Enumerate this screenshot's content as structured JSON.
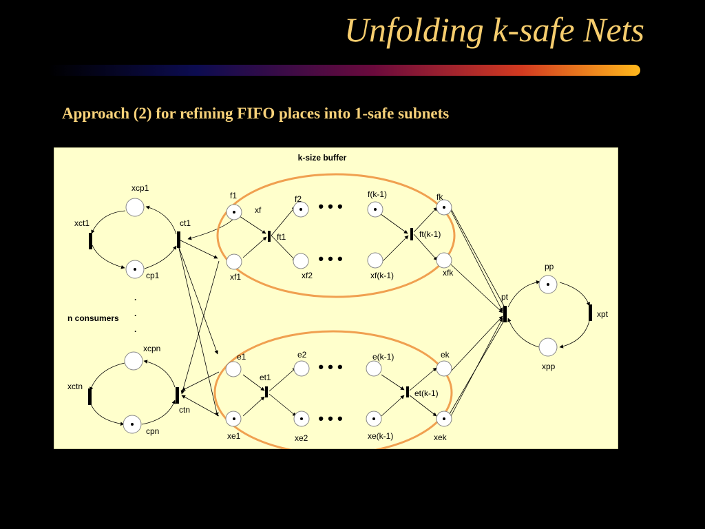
{
  "slide": {
    "title": "Unfolding k-safe Nets",
    "subtitle": "Approach (2) for refining FIFO places into 1-safe subnets"
  },
  "diagram": {
    "buffer_label": "k-size buffer",
    "consumers_label": "n consumers",
    "ellipsis": "• • •",
    "vdots": ".",
    "places": {
      "xcp1": "xcp1",
      "cp1": "cp1",
      "xcpn": "xcpn",
      "cpn": "cpn",
      "f1": "f1",
      "xf1": "xf1",
      "f2": "f2",
      "xf2": "xf2",
      "fkm1": "f(k-1)",
      "xfkm1": "xf(k-1)",
      "fk": "fk",
      "xfk": "xfk",
      "e1": "e1",
      "xe1": "xe1",
      "e2": "e2",
      "xe2": "xe2",
      "ekm1": "e(k-1)",
      "xekm1": "xe(k-1)",
      "ek": "ek",
      "xek": "xek",
      "pp": "pp",
      "xpp": "xpp"
    },
    "transitions": {
      "xct1": "xct1",
      "ct1": "ct1",
      "xctn": "xctn",
      "ctn": "ctn",
      "xf": "xf",
      "ft1": "ft1",
      "ftkm1": "ft(k-1)",
      "et1": "et1",
      "etkm1": "et(k-1)",
      "pt": "pt",
      "xpt": "xpt"
    },
    "colors": {
      "panel_bg": "#ffffcc",
      "ellipse": "#f0a050",
      "title": "#f6cd6e"
    }
  }
}
